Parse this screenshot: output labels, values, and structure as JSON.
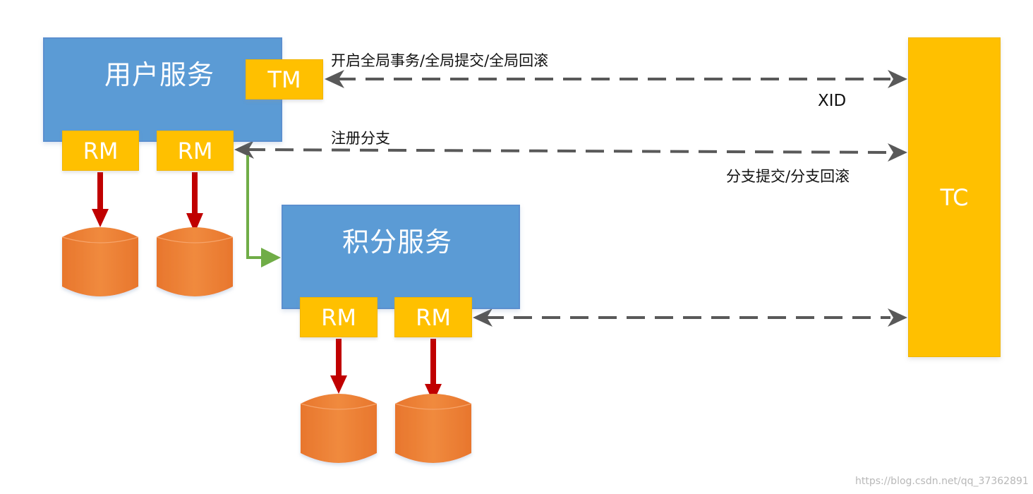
{
  "user_service": {
    "title": "用户服务",
    "tm_label": "TM",
    "rm_labels": [
      "RM",
      "RM"
    ]
  },
  "points_service": {
    "title": "积分服务",
    "rm_labels": [
      "RM",
      "RM"
    ]
  },
  "tc": {
    "label": "TC"
  },
  "connections": {
    "tm_tc_label": "开启全局事务/全局提交/全局回滚",
    "xid_label": "XID",
    "register_branch_label": "注册分支",
    "branch_commit_label": "分支提交/分支回滚"
  },
  "colors": {
    "service_blue": "#5b9bd5",
    "tag_yellow": "#ffc000",
    "db_orange": "#ed7d31",
    "arrow_red": "#c00000",
    "arrow_green": "#70ad47",
    "dashed_gray": "#595959"
  },
  "watermark": "https://blog.csdn.net/qq_37362891"
}
